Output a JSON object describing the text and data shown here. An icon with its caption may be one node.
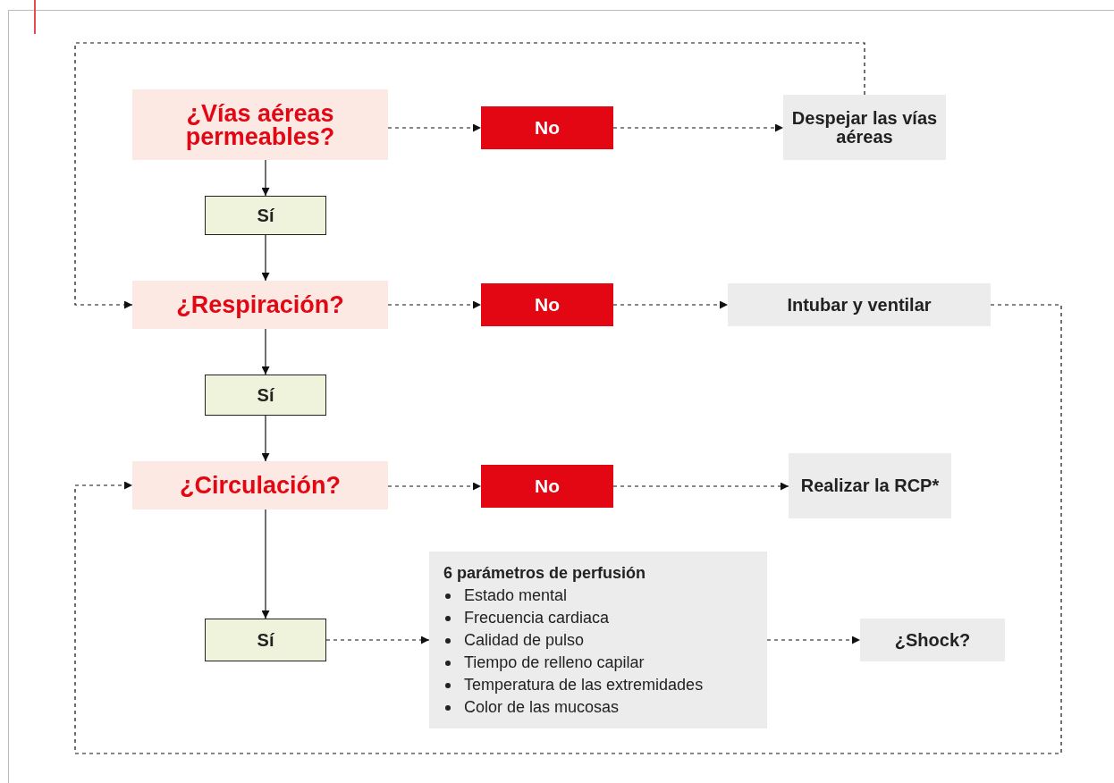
{
  "diagram": {
    "nodes": [
      {
        "text": [
          "¿Vías aéreas permeables?"
        ]
      },
      {
        "text": [
          "No"
        ]
      },
      {
        "text": [
          "Despejar las vías aéreas"
        ]
      },
      {
        "text": [
          "Sí"
        ]
      },
      {
        "text": [
          "¿Respiración?"
        ]
      },
      {
        "text": [
          "No"
        ]
      },
      {
        "text": [
          "Intubar y ventilar"
        ]
      },
      {
        "text": [
          "Sí"
        ]
      },
      {
        "text": [
          "¿Circulación?"
        ]
      },
      {
        "text": [
          "No"
        ]
      },
      {
        "text": [
          "Realizar la RCP*"
        ]
      },
      {
        "text": [
          "Sí"
        ]
      },
      {
        "text": [
          "6 parámetros de perfusión",
          "Estado mental",
          "Frecuencia cardiaca",
          "Calidad de pulso",
          "Tiempo de relleno capilar",
          "Temperatura de las extremidades",
          "Color de las mucosas"
        ]
      },
      {
        "text": [
          "¿Shock?"
        ]
      }
    ],
    "edges": [
      {
        "from": 0,
        "to": 1,
        "arrow": "to",
        "style": "dashed"
      },
      {
        "from": 1,
        "to": 2,
        "arrow": "to",
        "style": "dashed"
      },
      {
        "from": 2,
        "to": 4,
        "arrow": "to",
        "style": "dashed"
      },
      {
        "from": 0,
        "to": 3,
        "arrow": "to"
      },
      {
        "from": 3,
        "to": 4,
        "arrow": "to"
      },
      {
        "from": 4,
        "to": 5,
        "arrow": "to",
        "style": "dashed"
      },
      {
        "from": 5,
        "to": 6,
        "arrow": "to",
        "style": "dashed"
      },
      {
        "from": 6,
        "to": 8,
        "arrow": "to",
        "style": "dashed"
      },
      {
        "from": 4,
        "to": 7,
        "arrow": "to"
      },
      {
        "from": 7,
        "to": 8,
        "arrow": "to"
      },
      {
        "from": 8,
        "to": 9,
        "arrow": "to",
        "style": "dashed"
      },
      {
        "from": 9,
        "to": 10,
        "arrow": "to",
        "style": "dashed"
      },
      {
        "from": 8,
        "to": 11,
        "arrow": "to"
      },
      {
        "from": 11,
        "to": 12,
        "arrow": "to",
        "style": "dashed"
      },
      {
        "from": 12,
        "to": 13,
        "arrow": "to",
        "style": "dashed"
      }
    ]
  }
}
